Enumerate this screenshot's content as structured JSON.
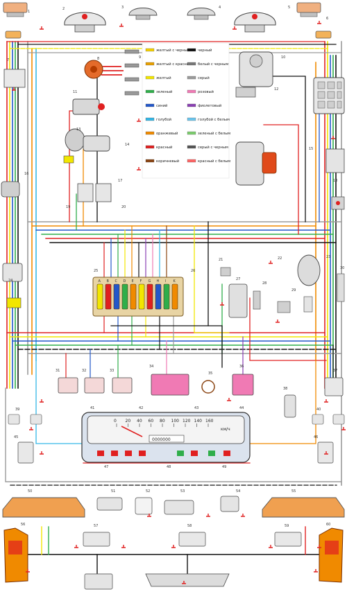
{
  "speedometer": {
    "ticks": [
      "0",
      "20",
      "40",
      "60",
      "80",
      "100",
      "120",
      "140",
      "160"
    ],
    "unit": "км/ч",
    "odometer": "0000000"
  },
  "legend": {
    "items": [
      "желтый с черным",
      "желтый с красным",
      "желтый",
      "зеленый",
      "синий",
      "голубой",
      "оранжевый",
      "красный",
      "коричневый",
      "черный",
      "белый с черным",
      "серый",
      "розовый",
      "фиолетовый",
      "голубой с белым",
      "зеленый с белым",
      "серый с черным",
      "красный с белым"
    ],
    "swatch_colors": [
      "#f5d000",
      "#e8a000",
      "#f2e600",
      "#2fae4a",
      "#2257c9",
      "#34b7e6",
      "#f08a00",
      "#e02020",
      "#8b4513",
      "#111111",
      "#777777",
      "#9a9a9a",
      "#f07ab4",
      "#8a3fb3",
      "#6cc6ee",
      "#7ccd6e",
      "#555555",
      "#ff6666"
    ]
  },
  "numbers": [
    "1",
    "2",
    "3",
    "4",
    "5",
    "6",
    "7",
    "8",
    "9",
    "10",
    "11",
    "12",
    "13",
    "14",
    "15",
    "16",
    "17",
    "18",
    "19",
    "20",
    "21",
    "22",
    "23",
    "24",
    "25",
    "26",
    "27",
    "28",
    "29",
    "30",
    "31",
    "32",
    "33",
    "34",
    "35",
    "36",
    "37",
    "38",
    "39",
    "40",
    "41",
    "42",
    "43",
    "44",
    "45",
    "46",
    "47",
    "48",
    "49",
    "50",
    "51",
    "52",
    "53",
    "54",
    "55",
    "56",
    "57",
    "58",
    "59",
    "60"
  ],
  "fuse_labels": [
    "A",
    "B",
    "C",
    "D",
    "E",
    "F",
    "G",
    "H",
    "I",
    "K"
  ],
  "wire_colors": {
    "red": "#e02020",
    "black": "#111111",
    "yellow": "#f2e600",
    "green": "#2fae4a",
    "blue": "#2257c9",
    "lightblue": "#34b7e6",
    "orange": "#f08a00",
    "brown": "#8b4513",
    "grey": "#9a9a9a",
    "pink": "#f07ab4",
    "violet": "#8a3fb3"
  }
}
